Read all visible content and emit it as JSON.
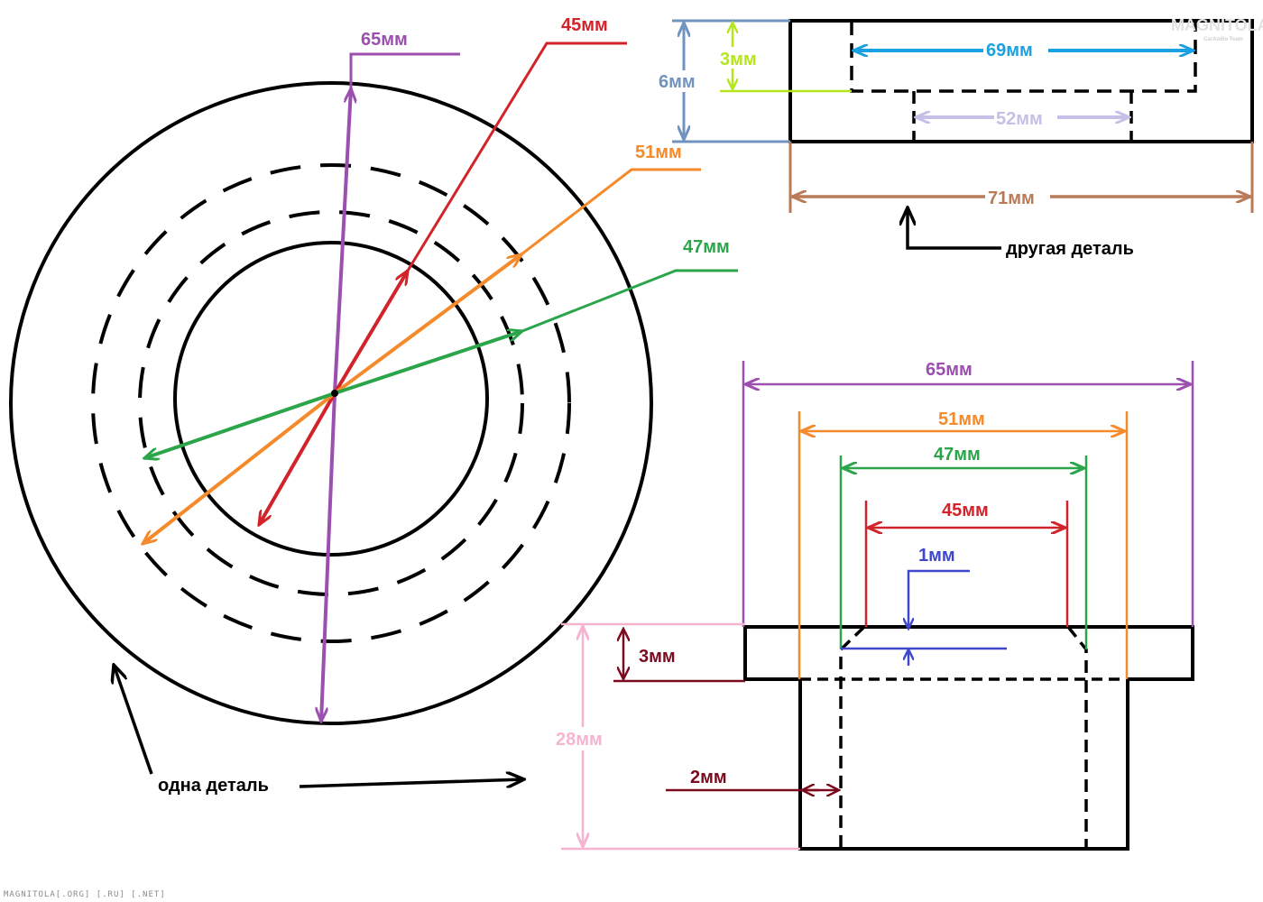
{
  "colors": {
    "black": "#000000",
    "purple": "#9b4fae",
    "red": "#d2232a",
    "orange": "#f58a2a",
    "green": "#2aa54a",
    "blue_light": "#1ba1e2",
    "lavender": "#c7bfe6",
    "slate": "#7193c0",
    "lime": "#b5e61d",
    "brown": "#b97a57",
    "dark_red": "#7a0a1e",
    "pink": "#f5b5cf",
    "navy": "#3f48cc"
  },
  "circle_view": {
    "label_65": "65мм",
    "label_45": "45мм",
    "label_51": "51мм",
    "label_47": "47мм",
    "caption": "одна деталь"
  },
  "top_section": {
    "label_6": "6мм",
    "label_3": "3мм",
    "label_69": "69мм",
    "label_52": "52мм",
    "label_71": "71мм",
    "caption": "другая деталь"
  },
  "bottom_section": {
    "label_65": "65мм",
    "label_51": "51мм",
    "label_47": "47мм",
    "label_45": "45мм",
    "label_1": "1мм",
    "label_3": "3мм",
    "label_28": "28мм",
    "label_2": "2мм"
  },
  "watermark": {
    "site": "MAGNITOLA[.ORG] [.RU] [.NET]",
    "logo_big": "MAGNITOLA",
    "logo_small": "CarAudio Team"
  }
}
